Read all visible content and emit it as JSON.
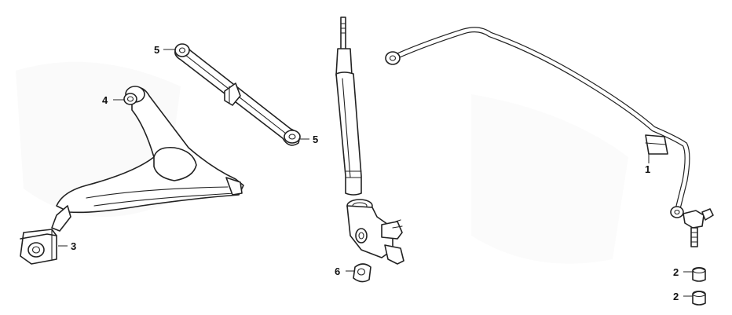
{
  "diagram": {
    "callouts": [
      {
        "id": "c1",
        "text": "1"
      },
      {
        "id": "c2a",
        "text": "2"
      },
      {
        "id": "c2b",
        "text": "2"
      },
      {
        "id": "c3",
        "text": "3"
      },
      {
        "id": "c4",
        "text": "4"
      },
      {
        "id": "c5a",
        "text": "5"
      },
      {
        "id": "c5b",
        "text": "5"
      },
      {
        "id": "c6",
        "text": "6"
      }
    ]
  }
}
